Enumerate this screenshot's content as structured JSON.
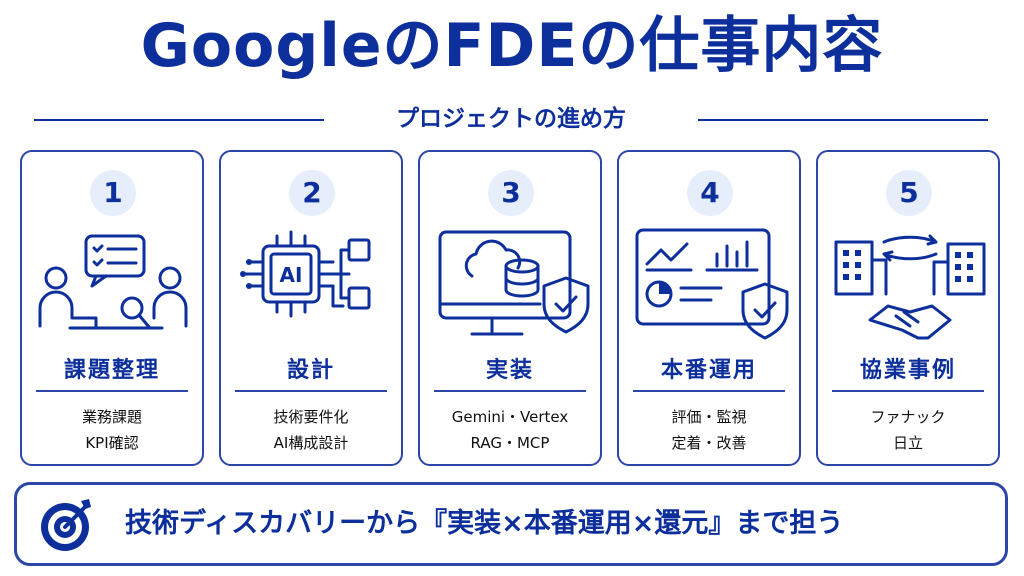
{
  "title": "GoogleのFDEの仕事内容",
  "subtitle": "プロジェクトの進め方",
  "steps": [
    {
      "number": "1",
      "title": "課題整理",
      "lines": [
        "業務課題",
        "KPI確認"
      ],
      "icon": "meeting-icon"
    },
    {
      "number": "2",
      "title": "設計",
      "lines": [
        "技術要件化",
        "AI構成設計"
      ],
      "icon": "ai-chip-icon"
    },
    {
      "number": "3",
      "title": "実装",
      "lines": [
        "Gemini・Vertex",
        "RAG・MCP"
      ],
      "icon": "cloud-monitor-icon"
    },
    {
      "number": "4",
      "title": "本番運用",
      "lines": [
        "評価・監視",
        "定着・改善"
      ],
      "icon": "dashboard-icon"
    },
    {
      "number": "5",
      "title": "協業事例",
      "lines": [
        "ファナック",
        "日立"
      ],
      "icon": "handshake-icon"
    }
  ],
  "chip_label": "AI",
  "footer": "技術ディスカバリーから『実装×本番運用×還元』まで担う",
  "colors": {
    "primary": "#0d2f9c",
    "border": "#2b45a8",
    "badge_bg": "#e7eefb"
  }
}
